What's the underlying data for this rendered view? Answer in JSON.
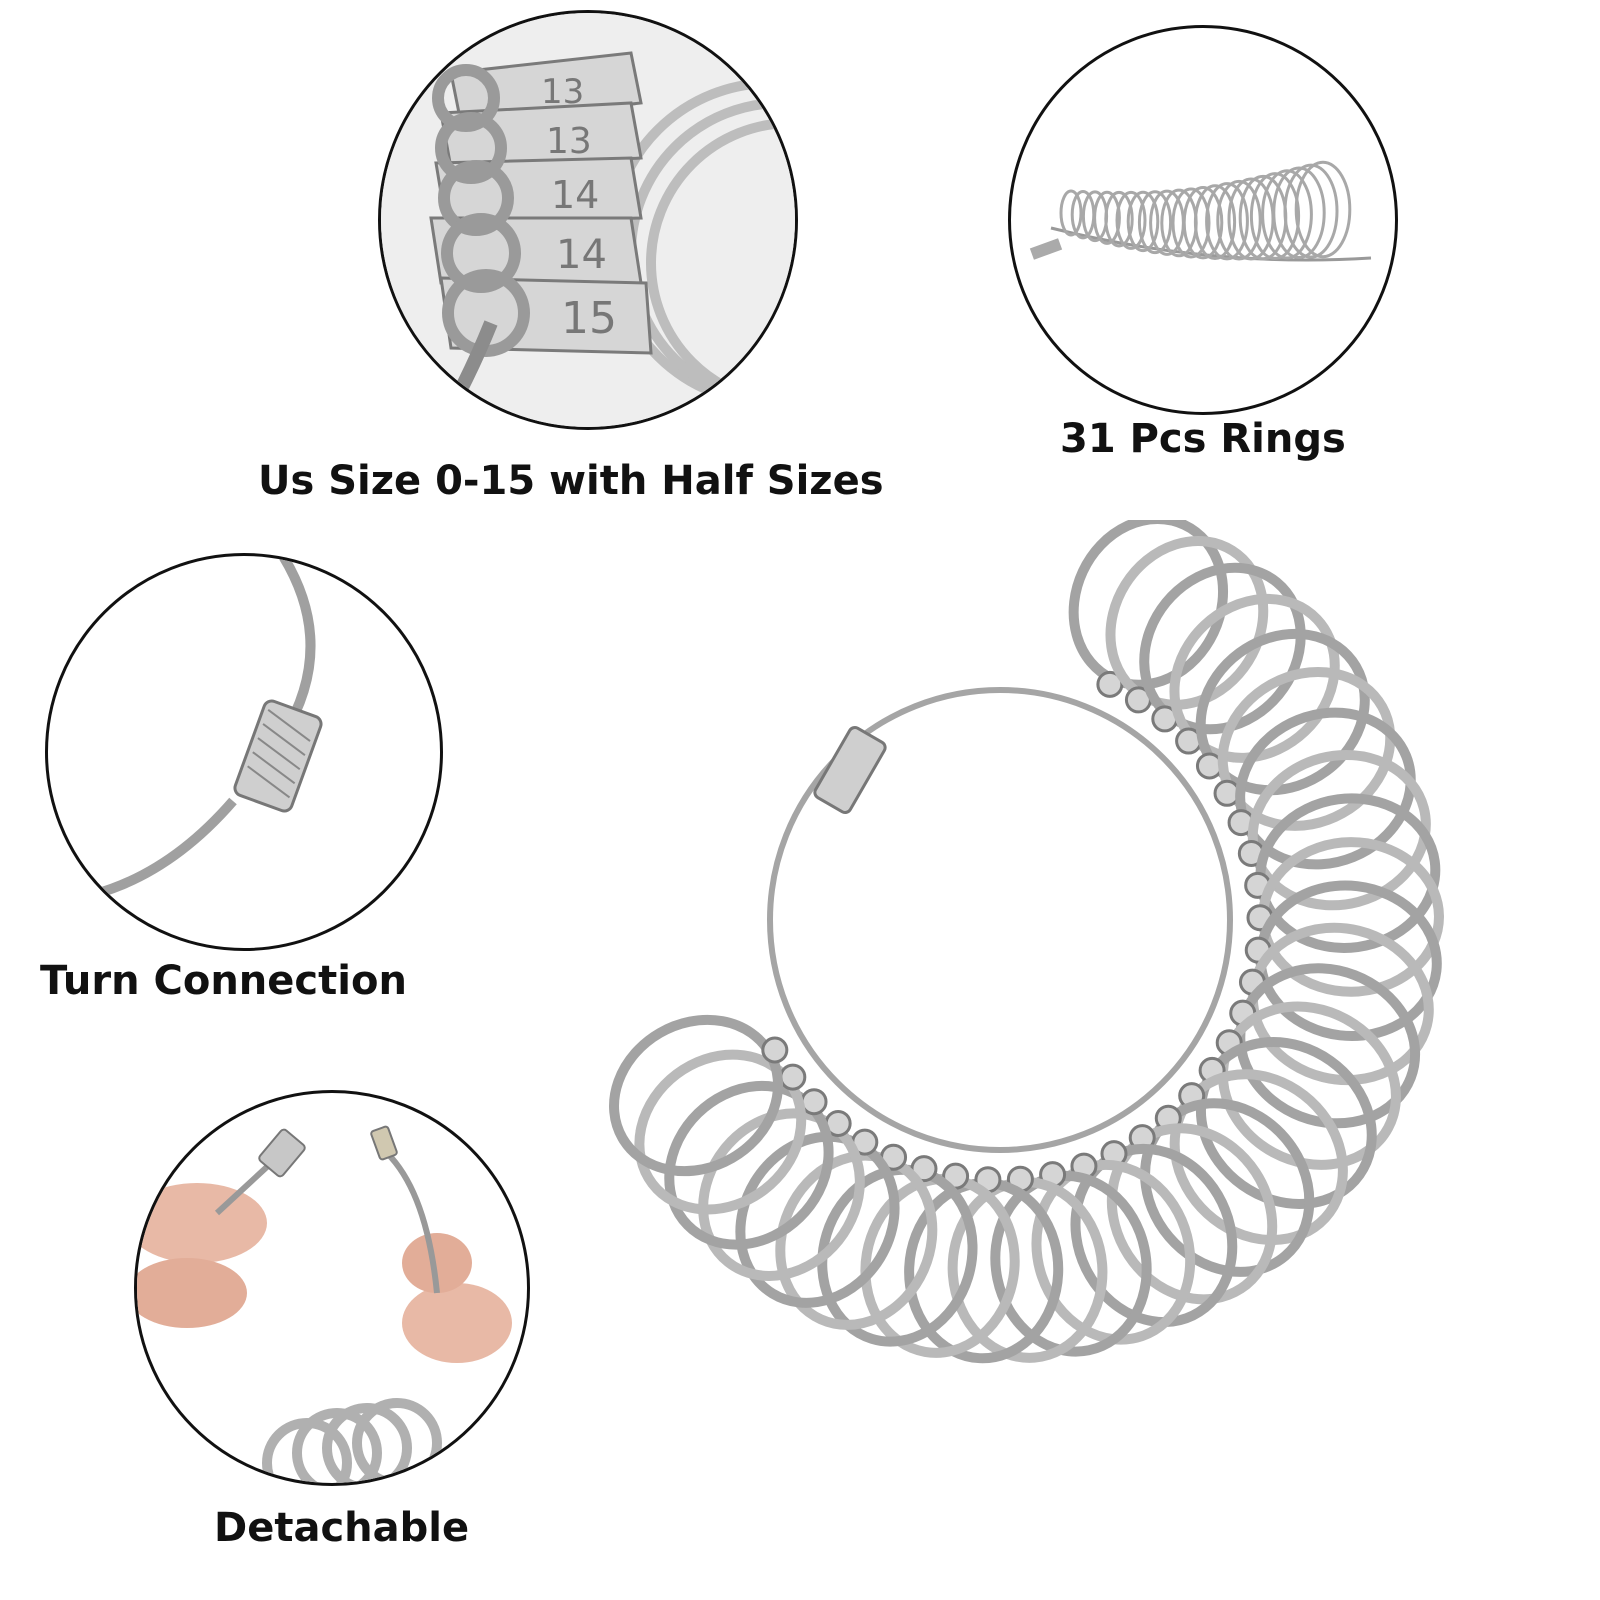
{
  "image": {
    "kind": "product-infographic",
    "subject": "ring sizer set",
    "colors": {
      "background": "#ffffff",
      "metal": "#c9c9c9",
      "metal_dark": "#8a8a8a",
      "outline": "#111111",
      "skin": "#e8b9a6"
    }
  },
  "captions": {
    "sizes": "Us Size 0-15 with Half Sizes",
    "pieces": "31 Pcs Rings",
    "connection": "Turn Connection",
    "detachable": "Detachable"
  },
  "ring_labels": [
    "15",
    "14",
    "14",
    "13",
    "13"
  ],
  "main_product": {
    "ring_count": 31
  }
}
